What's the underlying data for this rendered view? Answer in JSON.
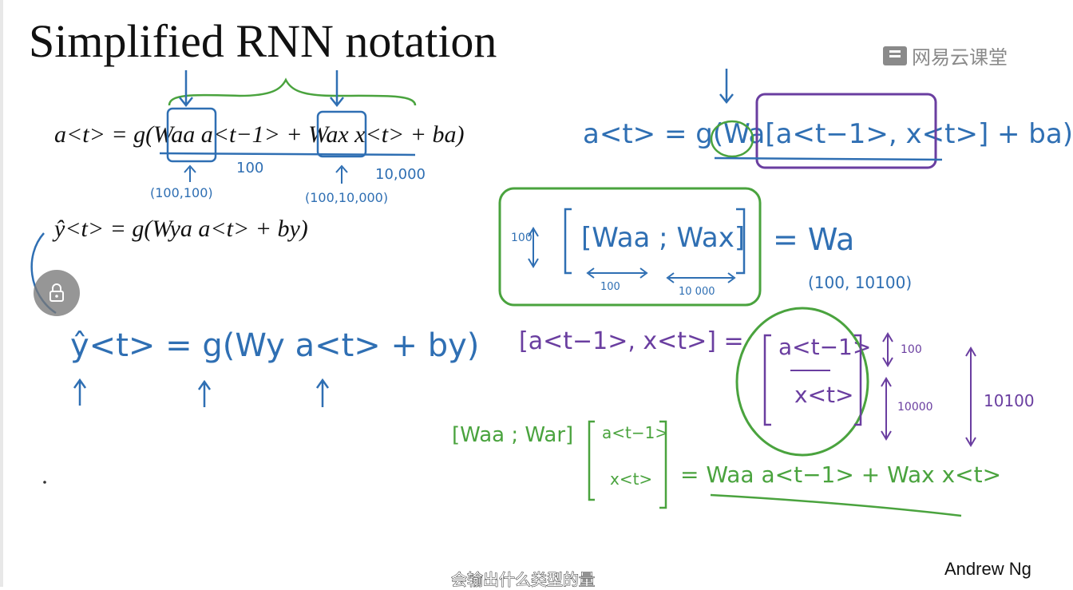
{
  "slide": {
    "title": "Simplified RNN notation",
    "logo_text": "网易云课堂",
    "author": "Andrew Ng",
    "subtitle": "会输出什么类型的量"
  },
  "typeset": {
    "eq_a": "a<t> = g(Waa a<t−1> + Wax x<t> + ba)",
    "eq_y": "ŷ<t> = g(Wya a<t> + by)"
  },
  "annotations": {
    "dim_100": "100",
    "dim_10000": "10,000",
    "shape_waa": "(100,100)",
    "shape_wax": "(100,10,000)",
    "eq_y_hand": "ŷ<t> = g(Wy a<t> + by)",
    "eq_a_hand": "a<t> = g(Wa[a<t−1>, x<t>] + ba)",
    "matrix_w": "[Waa ; Wax]",
    "matrix_w_rows": "100",
    "matrix_w_col1": "100",
    "matrix_w_col2": "10 000",
    "equals_wa": "= Wa",
    "shape_wa": "(100, 10100)",
    "stack_lhs": "[a<t−1>, x<t>] =",
    "stack_top": "a<t−1>",
    "stack_bottom": "x<t>",
    "stack_dim_top": "100",
    "stack_dim_bottom": "10000",
    "stack_dim_total": "10100",
    "product_lhs": "[Waa ; War]",
    "product_vec_top": "a<t−1>",
    "product_vec_bottom": "x<t>",
    "product_rhs": "= Waa a<t−1> + Wax x<t>"
  },
  "colors": {
    "ink": "#111111",
    "blue": "#2f6fb3",
    "green": "#4aa33e",
    "purple": "#6a3ea0"
  },
  "icons": [
    "lock-icon",
    "logo-icon"
  ]
}
